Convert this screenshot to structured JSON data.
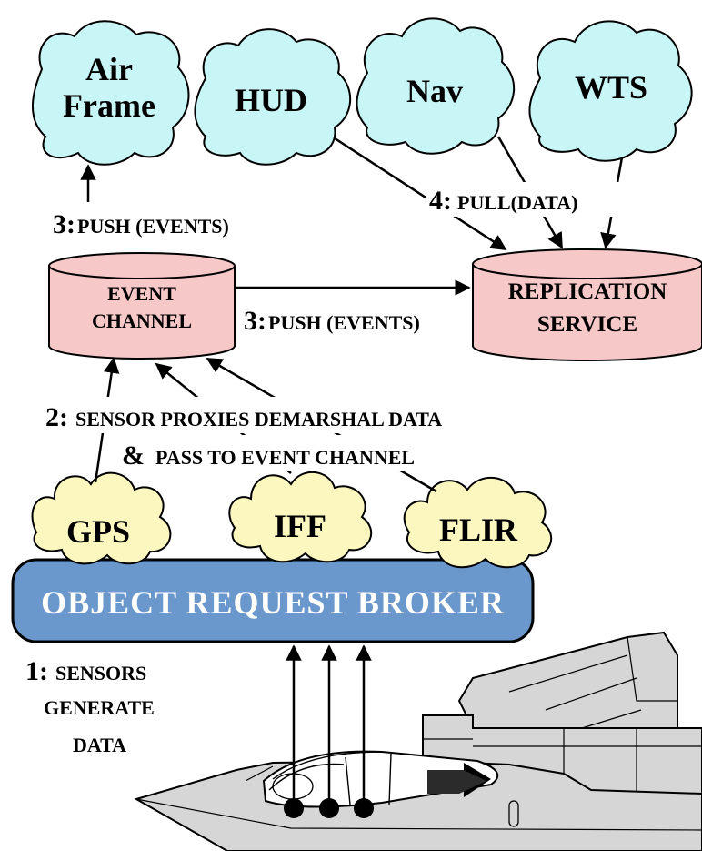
{
  "consumers": {
    "airframe": [
      "Air",
      "Frame"
    ],
    "hud": "HUD",
    "nav": "Nav",
    "wts": "WTS"
  },
  "event_channel": [
    "EVENT",
    "CHANNEL"
  ],
  "replication_service": [
    "REPLICATION",
    "SERVICE"
  ],
  "steps": {
    "push_left": {
      "num": "3:",
      "text": "PUSH (EVENTS)"
    },
    "push_mid": {
      "num": "3:",
      "text": "PUSH (EVENTS)"
    },
    "pull": {
      "num": "4:",
      "text": "PULL(DATA)"
    },
    "proxies_line1": {
      "num": "2:",
      "text": "SENSOR PROXIES DEMARSHAL DATA"
    },
    "proxies_line2": {
      "num": "&",
      "text": "PASS TO EVENT CHANNEL"
    },
    "sensors": {
      "num": "1:",
      "text": "SENSORS",
      "line2": "GENERATE",
      "line3": "DATA"
    }
  },
  "sensors": {
    "gps": "GPS",
    "iff": "IFF",
    "flir": "FLIR"
  },
  "orb": "OBJECT REQUEST BROKER",
  "colors": {
    "cloud_consumer": "#c8f5f5",
    "cloud_sensor": "#fbf7bf",
    "cylinder": "#f7c8c8",
    "orb": "#6a98cc",
    "aircraft": "#d6d6d6"
  }
}
